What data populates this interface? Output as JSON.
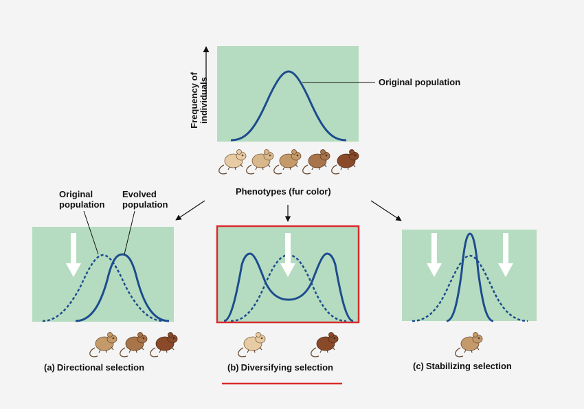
{
  "top_panel": {
    "y_axis_label_line1": "Frequency of",
    "y_axis_label_line2": "individuals",
    "curve_label": "Original population",
    "x_axis_label": "Phenotypes (fur color)"
  },
  "panel_a": {
    "label_original": [
      "Original",
      "population"
    ],
    "label_evolved": [
      "Evolved",
      "population"
    ],
    "caption_letter": "(a)",
    "caption": "Directional selection"
  },
  "panel_b": {
    "caption_letter": "(b)",
    "caption": "Diversifying selection",
    "highlight_color": "#d92b2b"
  },
  "panel_c": {
    "caption_letter": "(c)",
    "caption": "Stabilizing selection"
  },
  "colors": {
    "panel_fill": "#b5dcc0",
    "curve": "#1d4c8e",
    "arrow": "#ffffff",
    "mouse_light": "#d9b88c",
    "mouse_dark": "#8a4a2a"
  },
  "icons": [
    "mouse-icon",
    "selection-arrow-icon"
  ]
}
